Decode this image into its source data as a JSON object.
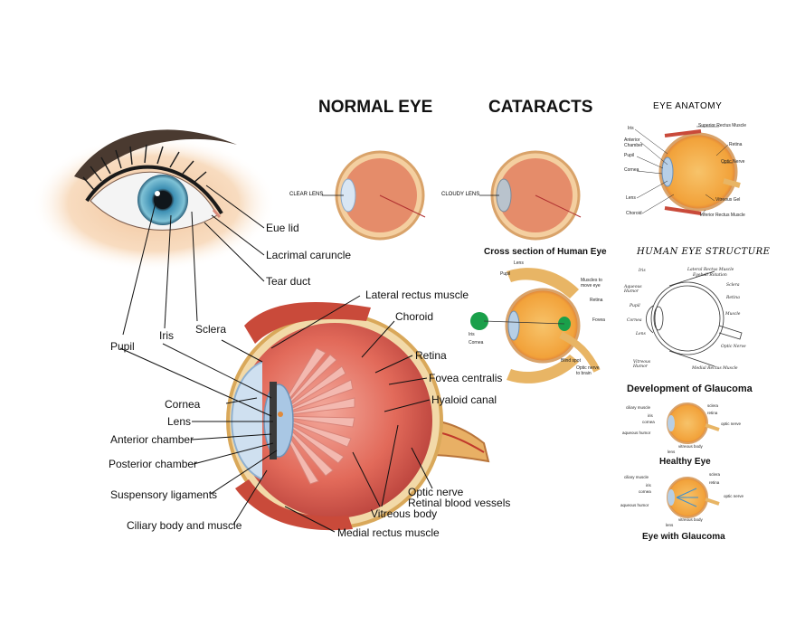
{
  "titles": {
    "normal_eye": "NORMAL EYE",
    "cataracts": "CATARACTS",
    "eye_anatomy": "EYE ANATOMY",
    "cross_section": "Cross section of Human Eye",
    "human_eye_structure": "HUMAN EYE STRUCTURE",
    "development_glaucoma": "Development of Glaucoma",
    "healthy_eye": "Healthy Eye",
    "eye_with_glaucoma": "Eye with Glaucoma"
  },
  "small_labels": {
    "clear_lens": "CLEAR LENS",
    "cloudy_lens": "CLOUDY LENS"
  },
  "main_labels": {
    "eue_lid": "Eue lid",
    "lacrimal_caruncle": "Lacrimal caruncle",
    "tear_duct": "Tear duct",
    "lateral_rectus": "Lateral rectus muscle",
    "choroid": "Choroid",
    "retina": "Retina",
    "fovea_centralis": "Fovea centralis",
    "hyaloid_canal": "Hyaloid canal",
    "optic_nerve": "Optic nerve",
    "retinal_vessels": "Retinal blood vessels",
    "vitreous_body": "Vitreous body",
    "medial_rectus": "Medial rectus muscle",
    "pupil": "Pupil",
    "iris": "Iris",
    "sclera": "Sclera",
    "cornea": "Cornea",
    "lens": "Lens",
    "anterior_chamber": "Anterior chamber",
    "posterior_chamber": "Posterior chamber",
    "suspensory": "Suspensory ligaments",
    "ciliary": "Ciliary body and muscle"
  },
  "anatomy_labels": {
    "iris": "Iris",
    "anterior_chamber": "Anterior Chamber",
    "pupil": "Pupil",
    "cornea": "Cornea",
    "lens": "Lens",
    "choroid": "Choroid",
    "superior_rectus": "Superior Rectus Muscle",
    "retina": "Retina",
    "optic_nerve": "Optic Nerve",
    "vitreous_gel": "Vitreous Gel",
    "inferior_rectus": "Inferior Rectus Muscle"
  },
  "cross_labels": {
    "lens": "Lens",
    "pupil": "Pupil",
    "iris": "Iris",
    "cornea": "Cornea",
    "muscles": "Muscles to move eye",
    "retina": "Retina",
    "fovea": "Fovea",
    "blind_spot": "Blind spot",
    "optic_nerve": "Optic nerve to brain"
  },
  "structure_labels": {
    "iris": "Iris",
    "aqueous_humor": "Aqueous Humor",
    "pupil": "Pupil",
    "cornea": "Cornea",
    "lens": "Lens",
    "vitreous_humor": "Vitreous Humor",
    "lateral_rectus": "Lateral Rectus Muscle",
    "eyeball_rotation": "Eyeball Rotation",
    "sclera": "Sclera",
    "retina": "Retina",
    "muscle": "Muscle",
    "optic_nerve": "Optic Nerve",
    "medial_rectus": "Medial Rectus Muscle"
  },
  "glaucoma_labels": {
    "ciliary_muscle": "ciliary muscle",
    "iris": "iris",
    "cornea": "cornea",
    "aqueous_humor": "aqueous humor",
    "lens": "lens",
    "sclera": "sclera",
    "retina": "retina",
    "optic_nerve": "optic nerve",
    "vitreous_body": "vitreous body"
  },
  "colors": {
    "eyeball_red": "#e26a5a",
    "eyeball_orange": "#f2a23a",
    "iris_blue": "#4e9ec2",
    "lens_blue": "#a9c7e4",
    "skin": "#f4cfa9",
    "green_marker": "#1aa04a"
  }
}
